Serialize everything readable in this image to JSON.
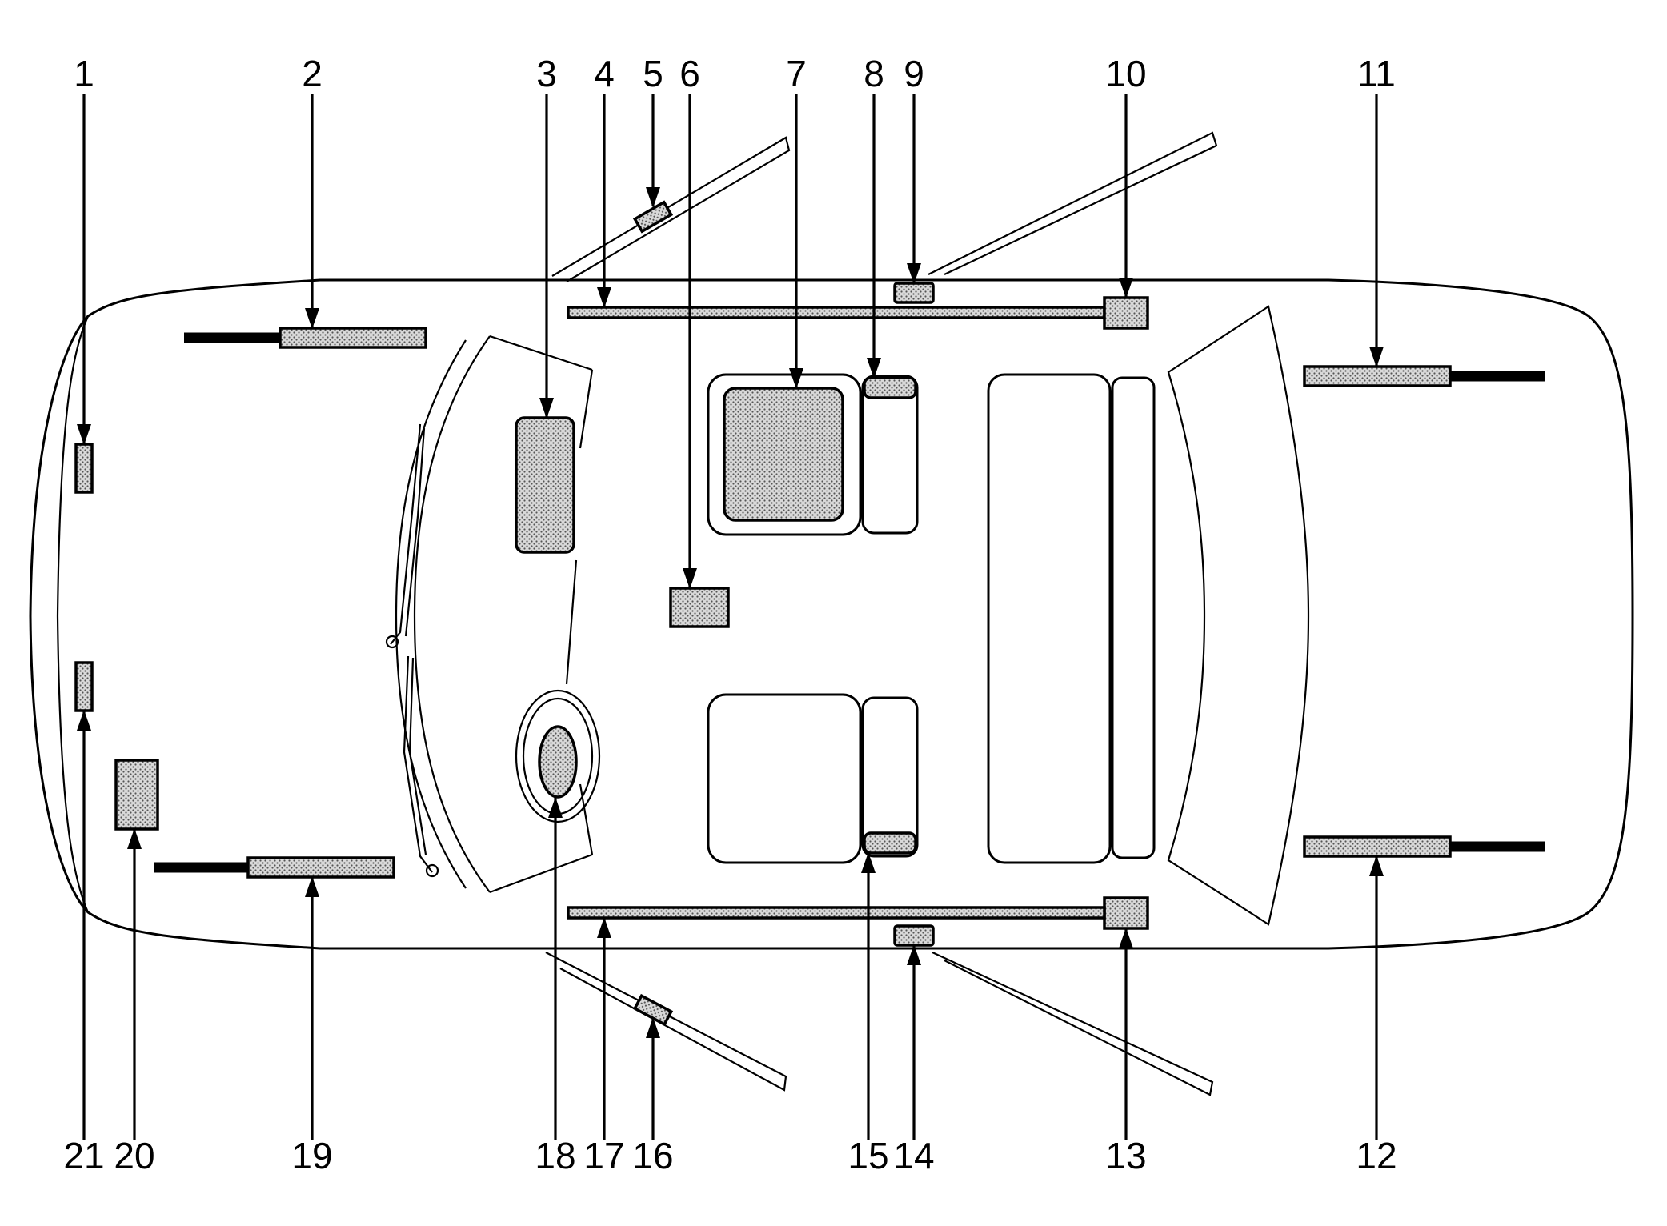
{
  "callouts": {
    "c1": "1",
    "c2": "2",
    "c3": "3",
    "c4": "4",
    "c5": "5",
    "c6": "6",
    "c7": "7",
    "c8": "8",
    "c9": "9",
    "c10": "10",
    "c11": "11",
    "c12": "12",
    "c13": "13",
    "c14": "14",
    "c15": "15",
    "c16": "16",
    "c17": "17",
    "c18": "18",
    "c19": "19",
    "c20": "20",
    "c21": "21"
  },
  "colors": {
    "line": "#000000",
    "fill_stipple": "#bdbdbd",
    "background": "#ffffff"
  }
}
